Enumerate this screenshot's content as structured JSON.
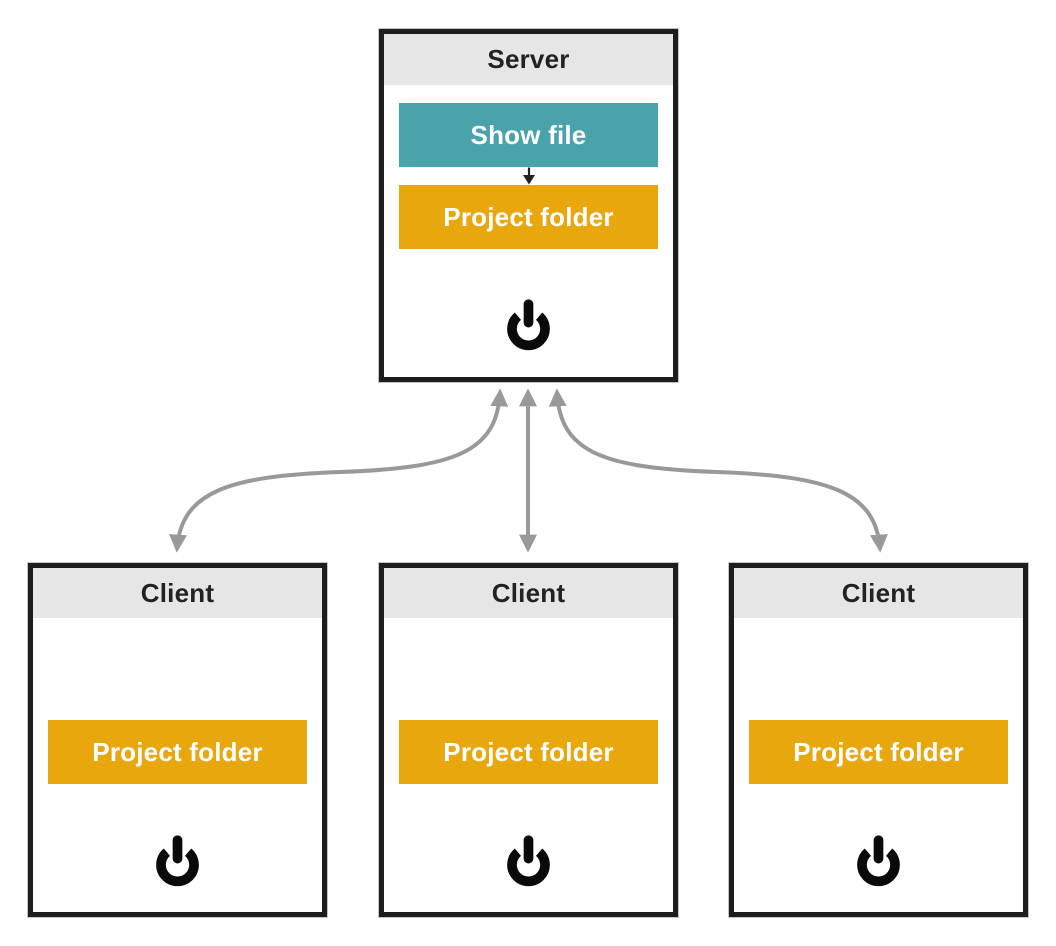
{
  "diagram": {
    "server": {
      "title": "Server",
      "show_file_button": "Show file",
      "project_folder_button": "Project folder"
    },
    "clients": [
      {
        "title": "Client",
        "project_folder_button": "Project folder"
      },
      {
        "title": "Client",
        "project_folder_button": "Project folder"
      },
      {
        "title": "Client",
        "project_folder_button": "Project folder"
      }
    ],
    "icons": {
      "power": "power-icon",
      "flow": "down-arrow-icon",
      "links": "bidirectional-arrow-icon"
    },
    "colors": {
      "teal": "#4aa2aa",
      "orange": "#e9a70e",
      "header_bg": "#e6e6e6",
      "box_border": "#1d1d1d",
      "arrow_gray": "#999999",
      "button_text": "#ffffff",
      "title_text": "#222222",
      "power_icon": "#0a0a0a"
    }
  }
}
